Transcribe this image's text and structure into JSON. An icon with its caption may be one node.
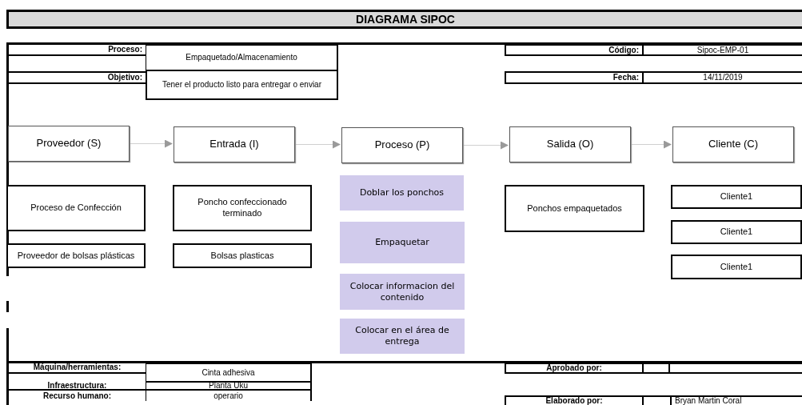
{
  "diagram": {
    "title": "DIAGRAMA SIPOC",
    "nodes": [
      {
        "text": [
          "Proveedor (S)"
        ]
      },
      {
        "text": [
          "Entrada (I)"
        ]
      },
      {
        "text": [
          "Proceso (P)"
        ]
      },
      {
        "text": [
          "Salida (O)"
        ]
      },
      {
        "text": [
          "Cliente (C)"
        ]
      },
      {
        "text": [
          "Proceso de Confección"
        ]
      },
      {
        "text": [
          "Poncho confeccionado terminado"
        ]
      },
      {
        "text": [
          "Proveedor de bolsas plásticas"
        ]
      },
      {
        "text": [
          "Bolsas plasticas"
        ]
      },
      {
        "text": [
          "Doblar los ponchos"
        ]
      },
      {
        "text": [
          "Empaquetar"
        ]
      },
      {
        "text": [
          "Colocar informacion del contenido"
        ]
      },
      {
        "text": [
          "Colocar en el área de entrega"
        ]
      },
      {
        "text": [
          "Ponchos empaquetados"
        ]
      },
      {
        "text": [
          "Cliente1"
        ]
      },
      {
        "text": [
          "Cliente1"
        ]
      },
      {
        "text": [
          "Cliente1"
        ]
      }
    ],
    "edges": [
      {
        "from": 0,
        "to": 1,
        "arrow": "to"
      },
      {
        "from": 1,
        "to": 2,
        "arrow": "to"
      },
      {
        "from": 2,
        "to": 3,
        "arrow": "to"
      },
      {
        "from": 3,
        "to": 4,
        "arrow": "to"
      }
    ],
    "labels": [
      "Proceso:",
      "Empaquetado/Almacenamiento",
      "Código:",
      "Sipoc-EMP-01",
      "Objetivo:",
      "Tener el producto listo para entregar o enviar",
      "Fecha:",
      "14/11/2019",
      "Máquina/herramientas:",
      "Cinta adhesiva",
      "Aprobado por:",
      "Infraestructura:",
      "Planta Uku",
      "Recurso humano:",
      "operario",
      "Elaborado por:",
      "Bryan Martin Coral"
    ]
  }
}
